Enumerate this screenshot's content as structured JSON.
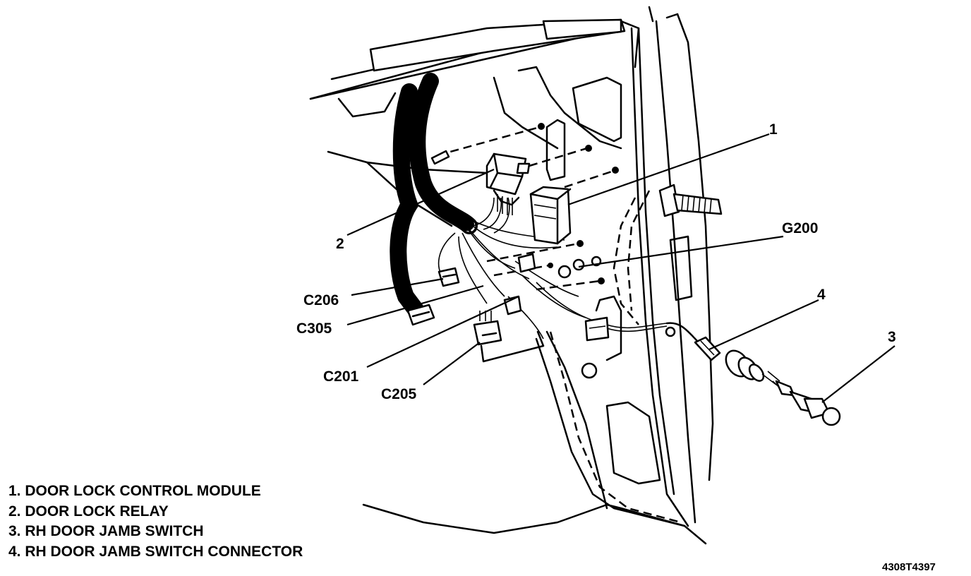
{
  "callouts": {
    "c1": "1",
    "c2": "2",
    "c3": "3",
    "c4": "4",
    "g200": "G200",
    "c206": "C206",
    "c305": "C305",
    "c201": "C201",
    "c205": "C205"
  },
  "legend": [
    "1. DOOR LOCK CONTROL MODULE",
    "2. DOOR LOCK RELAY",
    "3. RH DOOR JAMB SWITCH",
    "4. RH DOOR JAMB SWITCH CONNECTOR"
  ],
  "figure_ref": "4308T4397"
}
